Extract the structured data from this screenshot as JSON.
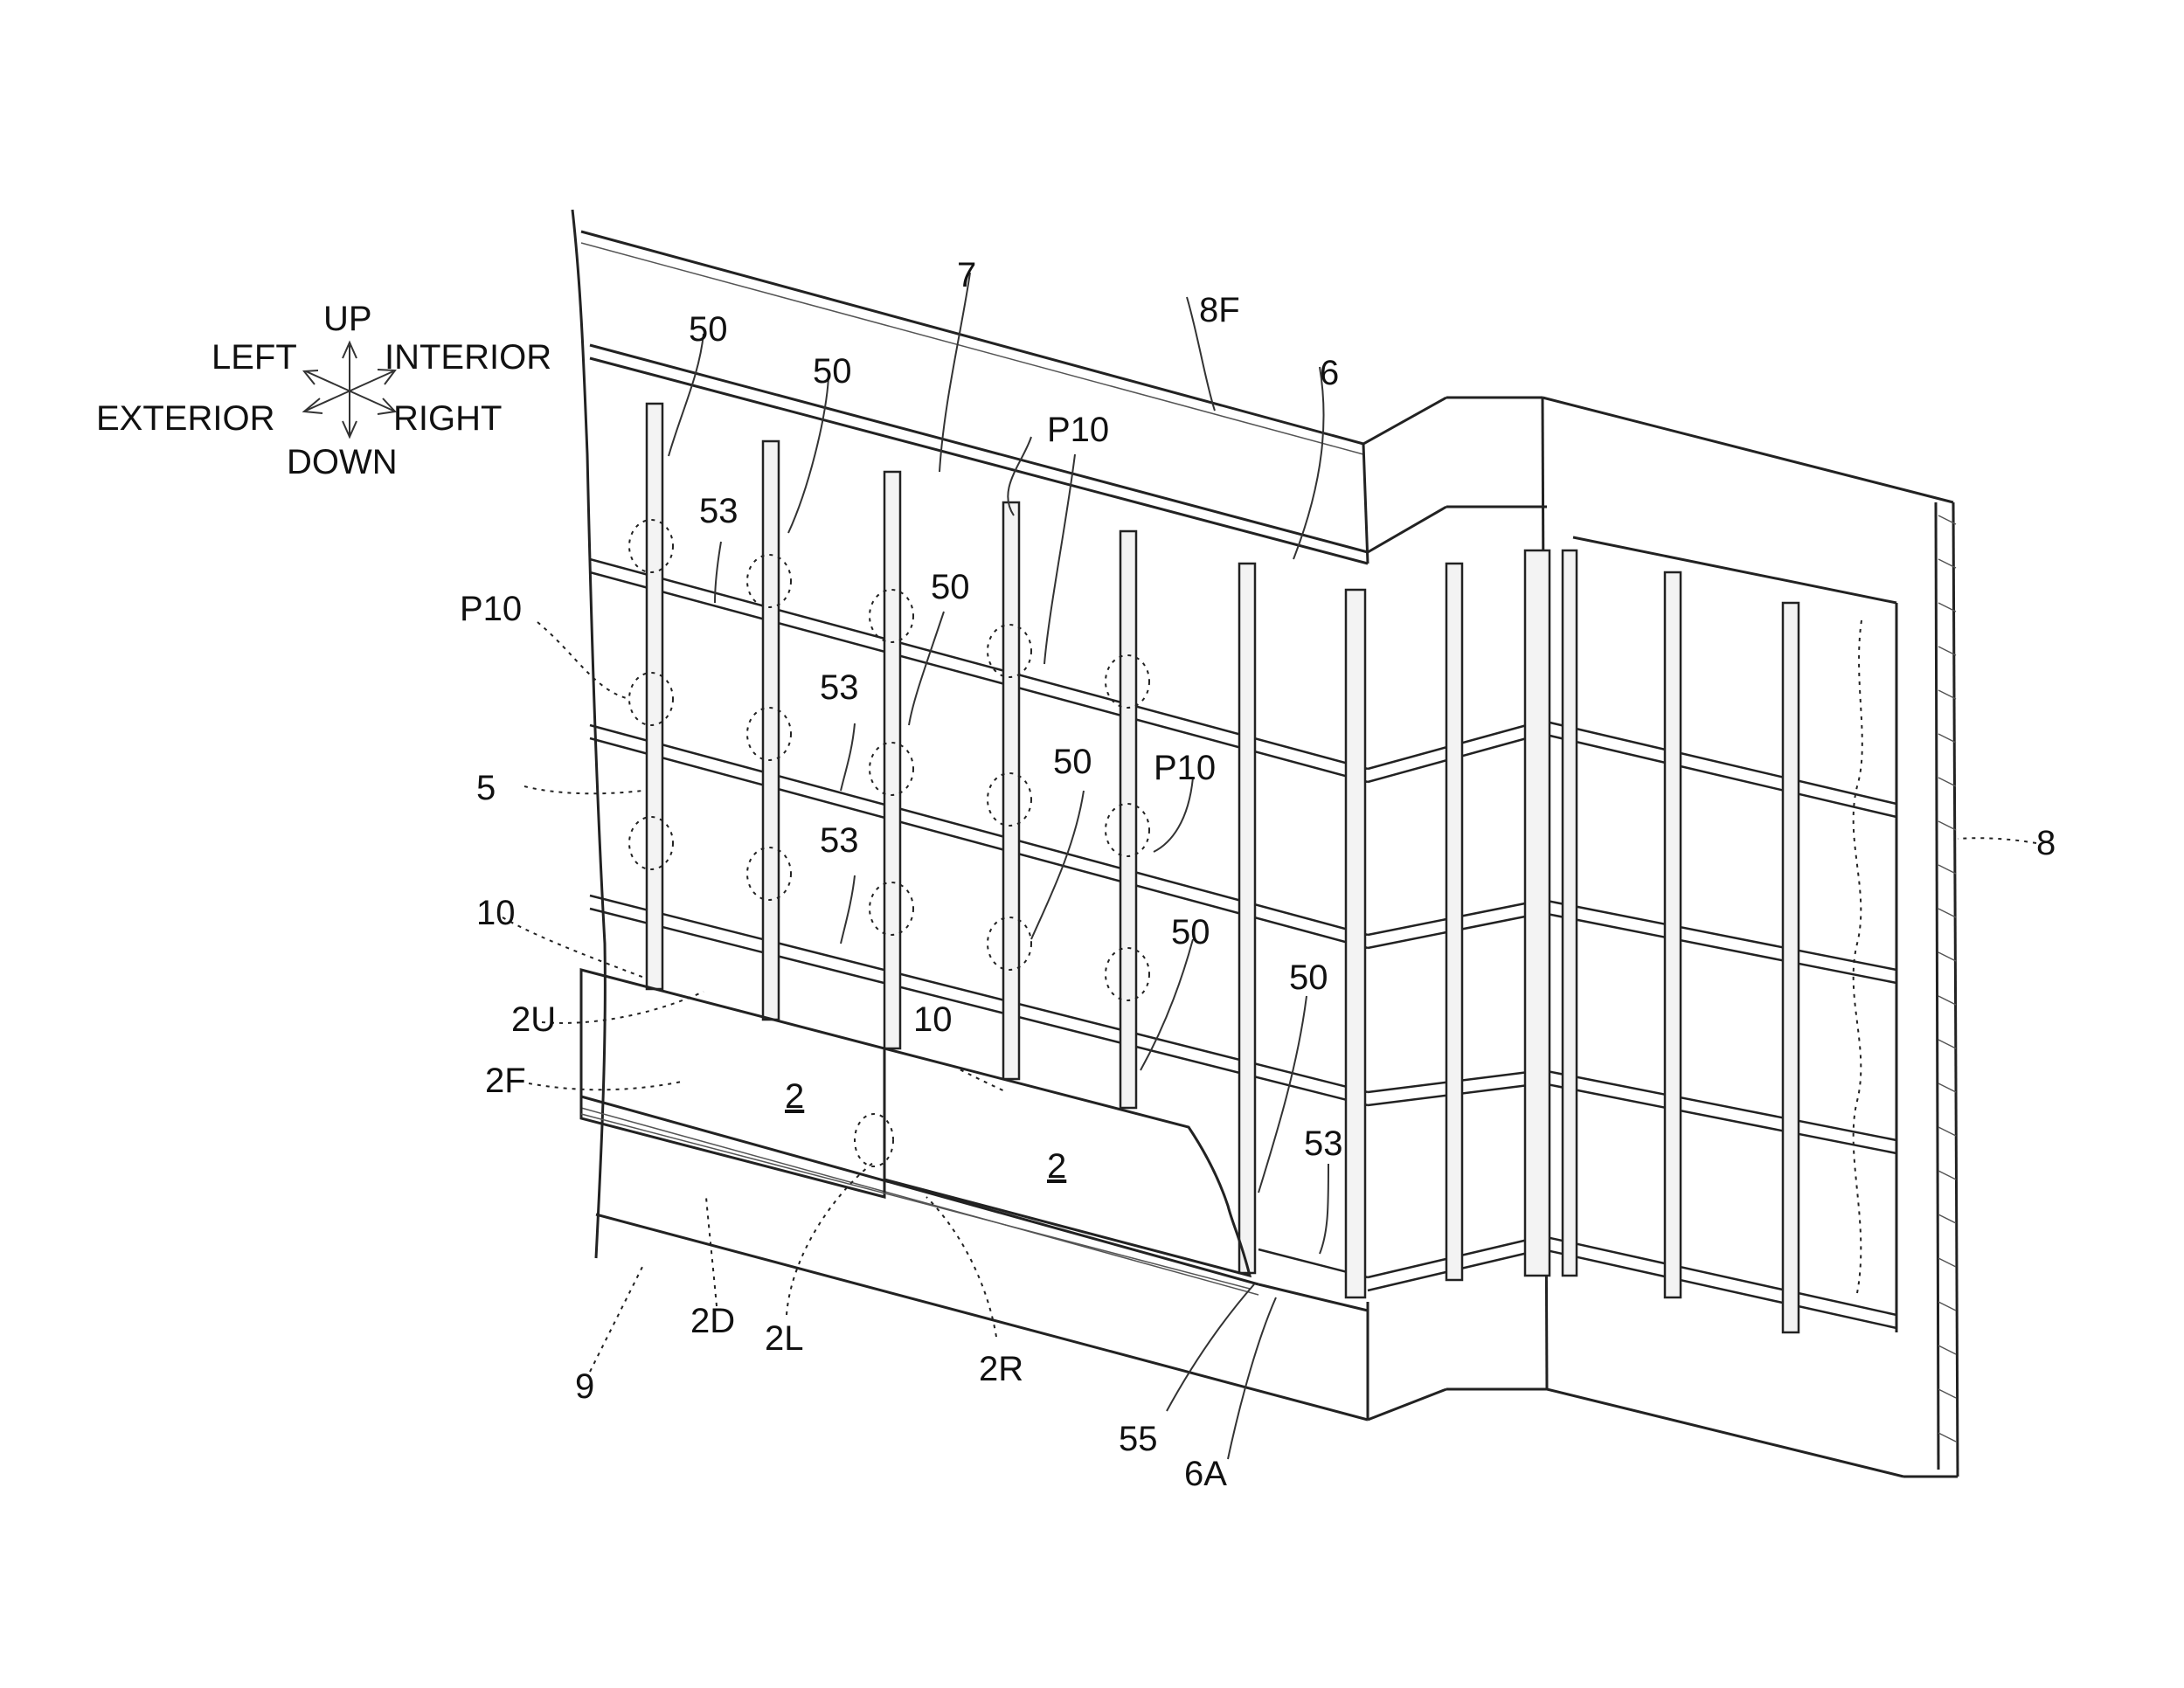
{
  "directions": {
    "up": "UP",
    "left": "LEFT",
    "interior": "INTERIOR",
    "exterior": "EXTERIOR",
    "right": "RIGHT",
    "down": "DOWN"
  },
  "labels": {
    "l7": "7",
    "l8F": "8F",
    "l6": "6",
    "l50a": "50",
    "l50b": "50",
    "l50c": "50",
    "l50d": "50",
    "l50e": "50",
    "l50f": "50",
    "lP10a": "P10",
    "lP10b": "P10",
    "lP10c": "P10",
    "l53a": "53",
    "l53b": "53",
    "l53c": "53",
    "l53d": "53",
    "l5": "5",
    "l10a": "10",
    "l10b": "10",
    "l2U": "2U",
    "l2F": "2F",
    "l2a": "2",
    "l2b": "2",
    "l2D": "2D",
    "l2L": "2L",
    "l2R": "2R",
    "l9": "9",
    "l55": "55",
    "l6A": "6A",
    "l8": "8"
  }
}
